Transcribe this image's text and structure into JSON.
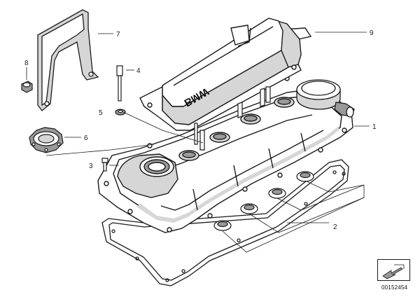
{
  "callouts": [
    {
      "id": "1",
      "label": "1"
    },
    {
      "id": "2",
      "label": "2"
    },
    {
      "id": "3",
      "label": "3"
    },
    {
      "id": "4",
      "label": "4"
    },
    {
      "id": "5",
      "label": "5"
    },
    {
      "id": "6",
      "label": "6"
    },
    {
      "id": "7",
      "label": "7"
    },
    {
      "id": "8",
      "label": "8"
    },
    {
      "id": "9",
      "label": "9"
    }
  ],
  "cover_text": "BMW",
  "reference_code": "00152454",
  "nav_icon": "next-page-arrow-icon",
  "colors": {
    "line": "#1a1a1a",
    "fill": "#ffffff",
    "shade": "#d6d6d6",
    "dark_shade": "#9a9a9a"
  }
}
